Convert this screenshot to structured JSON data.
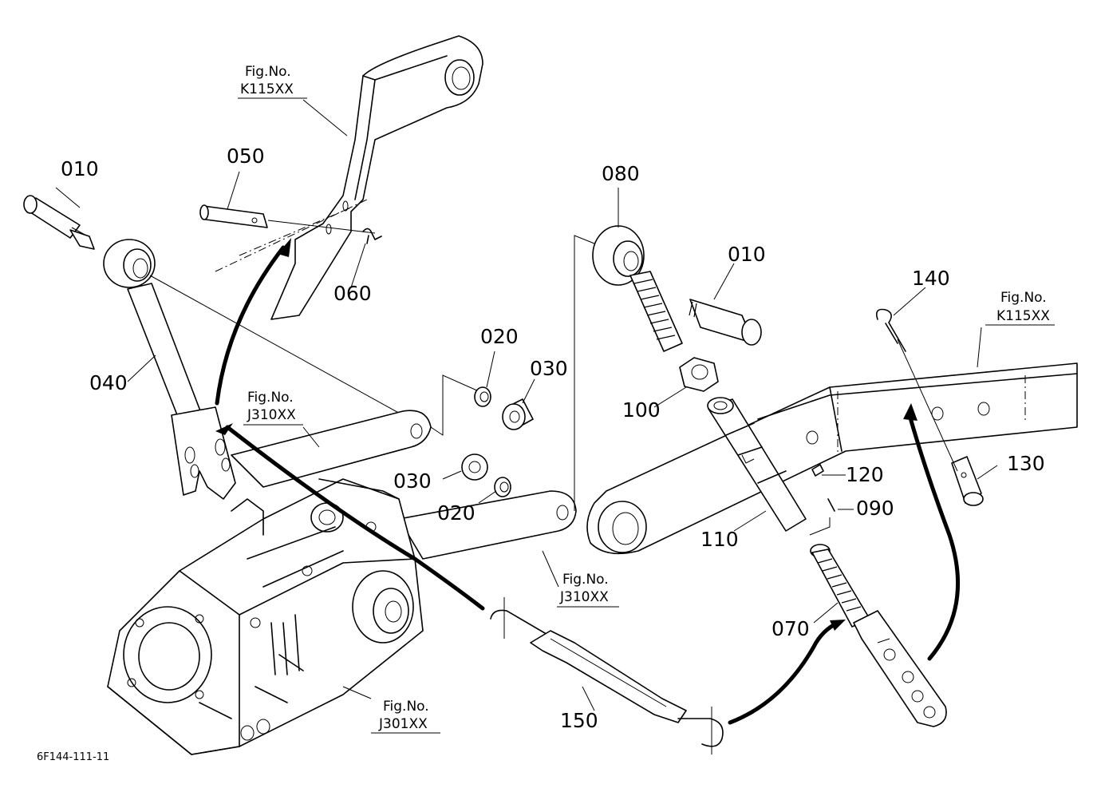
{
  "document_id": "6F144-111-11",
  "part_labels": {
    "p010a": "010",
    "p050": "050",
    "p060": "060",
    "p040": "040",
    "p020a": "020",
    "p030a": "030",
    "p030b": "030",
    "p020b": "020",
    "p080": "080",
    "p010b": "010",
    "p100": "100",
    "p120": "120",
    "p090": "090",
    "p110": "110",
    "p140": "140",
    "p130": "130",
    "p070": "070",
    "p150": "150"
  },
  "figure_refs": {
    "k115_top": {
      "line1": "Fig.No.",
      "line2": "K115XX"
    },
    "j310_left": {
      "line1": "Fig.No.",
      "line2": "J310XX"
    },
    "j310_mid": {
      "line1": "Fig.No.",
      "line2": "J310XX"
    },
    "j301": {
      "line1": "Fig.No.",
      "line2": "J301XX"
    },
    "k115_right": {
      "line1": "Fig.No.",
      "line2": "K115XX"
    }
  }
}
